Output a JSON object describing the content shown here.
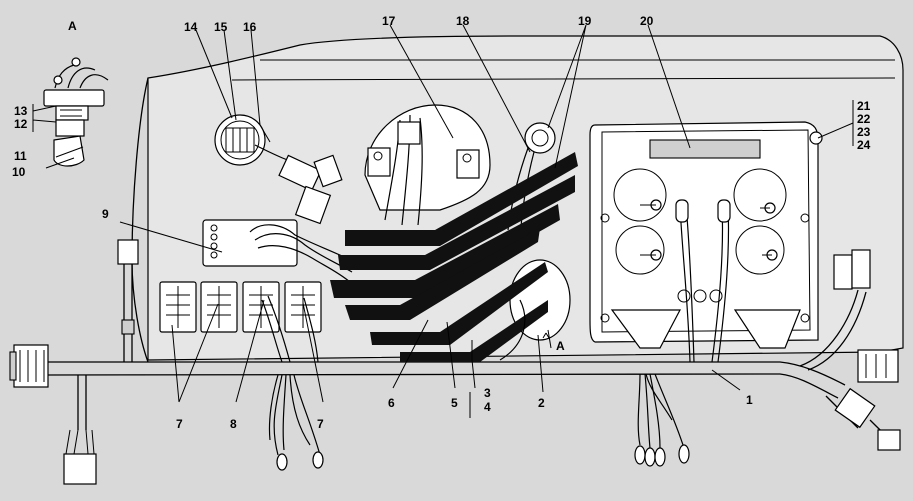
{
  "view_label": "A",
  "arrow_label": "A",
  "callouts": [
    {
      "id": "c1",
      "text": "1"
    },
    {
      "id": "c2",
      "text": "2"
    },
    {
      "id": "c3",
      "text": "3"
    },
    {
      "id": "c4",
      "text": "4"
    },
    {
      "id": "c5",
      "text": "5"
    },
    {
      "id": "c6",
      "text": "6"
    },
    {
      "id": "c7a",
      "text": "7"
    },
    {
      "id": "c7b",
      "text": "7"
    },
    {
      "id": "c8",
      "text": "8"
    },
    {
      "id": "c9",
      "text": "9"
    },
    {
      "id": "c10",
      "text": "10"
    },
    {
      "id": "c11",
      "text": "11"
    },
    {
      "id": "c12",
      "text": "12"
    },
    {
      "id": "c13",
      "text": "13"
    },
    {
      "id": "c14",
      "text": "14"
    },
    {
      "id": "c15",
      "text": "15"
    },
    {
      "id": "c16",
      "text": "16"
    },
    {
      "id": "c17",
      "text": "17"
    },
    {
      "id": "c18",
      "text": "18"
    },
    {
      "id": "c19",
      "text": "19"
    },
    {
      "id": "c20",
      "text": "20"
    },
    {
      "id": "c21",
      "text": "21"
    },
    {
      "id": "c22",
      "text": "22"
    },
    {
      "id": "c23",
      "text": "23"
    },
    {
      "id": "c24",
      "text": "24"
    }
  ]
}
